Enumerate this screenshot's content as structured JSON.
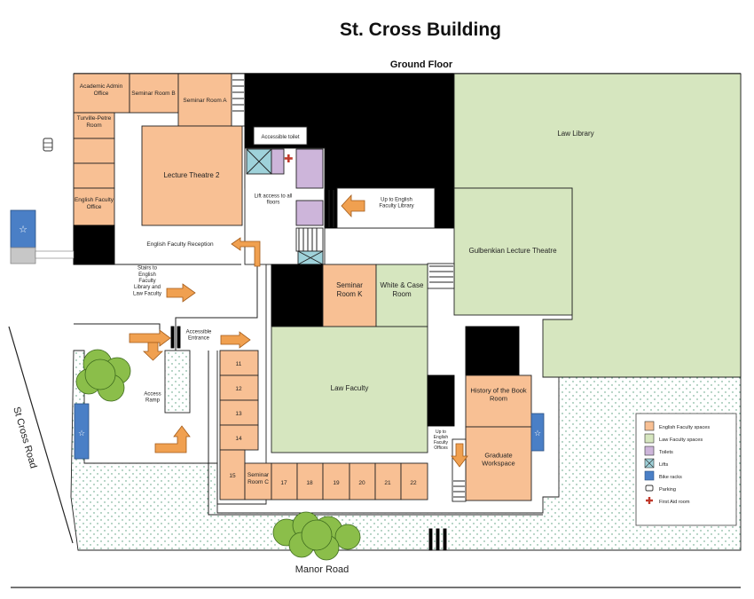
{
  "title": "St. Cross Building",
  "subtitle": "Ground Floor",
  "rooms": {
    "academic_admin": "Academic Admin\nOffice",
    "seminar_b": "Seminar Room B",
    "seminar_a": "Seminar Room A",
    "turville": "Turville-Petre\nRoom",
    "lecture2": "Lecture Theatre 2",
    "eng_faculty_office": "English Faculty\nOffice",
    "accessible_toilet": "Accessible toilet",
    "lift_access": "Lift access to all\nfloors",
    "up_to_library": "Up to English\nFaculty Library",
    "law_library": "Law Library",
    "gulbenkian": "Gulbenkian Lecture Theatre",
    "reception": "English Faculty Reception",
    "stairs_note": "Stairs to\nEnglish\nFaculty\nLibrary and\nLaw Faculty",
    "seminar_k": "Seminar\nRoom K",
    "white_case": "White & Case\nRoom",
    "accessible_entrance": "Accessible\nEntrance",
    "access_ramp": "Access\nRamp",
    "law_faculty": "Law Faculty",
    "history_book": "History of the Book\nRoom",
    "graduate": "Graduate\nWorkspace",
    "up_to_offices": "Up to\nEnglish\nFaculty\nOffices",
    "seminar_c": "Seminar\nRoom C",
    "r11": "11",
    "r12": "12",
    "r13": "13",
    "r14": "14",
    "r15": "15",
    "r17": "17",
    "r18": "18",
    "r19": "19",
    "r20": "20",
    "r21": "21",
    "r22": "22"
  },
  "roads": {
    "st_cross": "St Cross Road",
    "manor": "Manor Road"
  },
  "legend": [
    {
      "label": "English Faculty spaces",
      "color": "#F8C094",
      "icon": "swatch"
    },
    {
      "label": "Law Faculty spaces",
      "color": "#D6E6BF",
      "icon": "swatch"
    },
    {
      "label": "Toilets",
      "color": "#CDB5DA",
      "icon": "swatch"
    },
    {
      "label": "Lifts",
      "color": "#9FD2DA",
      "icon": "lift-icon"
    },
    {
      "label": "Bike racks",
      "color": "#4A7FC6",
      "icon": "bike-icon"
    },
    {
      "label": "Parking",
      "color": "#333333",
      "icon": "car-icon"
    },
    {
      "label": "First Aid room",
      "color": "#C0392B",
      "icon": "first-aid-icon"
    }
  ]
}
